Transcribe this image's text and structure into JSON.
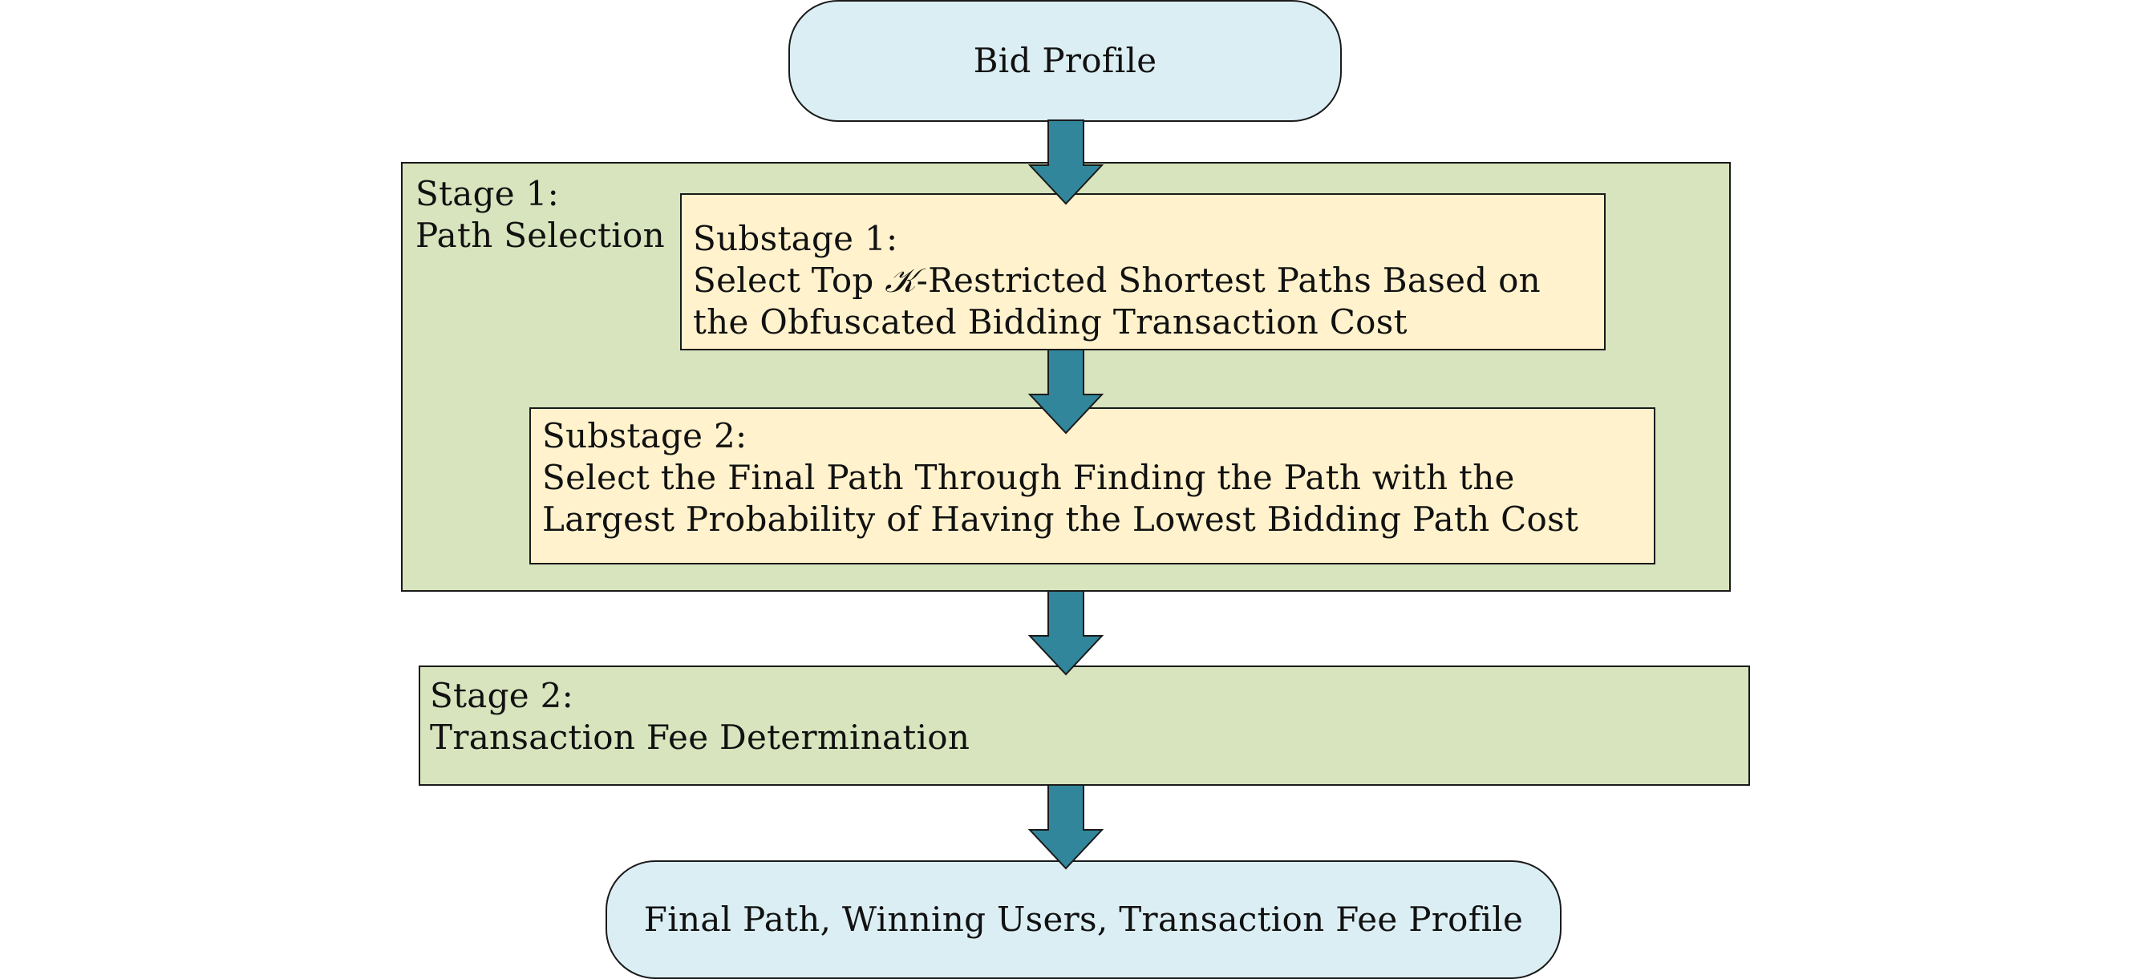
{
  "nodes": {
    "input": {
      "label": "Bid Profile"
    },
    "stage1": {
      "title": "Stage 1:",
      "subtitle": "Path Selection"
    },
    "substage1": {
      "title": "Substage 1:",
      "line1_prefix": "Select Top ",
      "line1_symbol": "𝒦",
      "line1_suffix": "-Restricted Shortest Paths Based on",
      "line2": "the Obfuscated Bidding Transaction Cost"
    },
    "substage2": {
      "title": "Substage 2:",
      "line1": "Select the Final Path Through Finding the Path with the",
      "line2": "Largest Probability of Having the Lowest Bidding Path Cost"
    },
    "stage2": {
      "title": "Stage 2:",
      "subtitle": "Transaction Fee Determination"
    },
    "output": {
      "label": "Final Path, Winning Users, Transaction Fee Profile"
    }
  },
  "colors": {
    "terminal_fill": "#dbeef3",
    "stage_fill": "#d7e4bd",
    "substage_fill": "#fff2cc",
    "arrow_fill": "#31869b",
    "outline": "#1a1a1a"
  }
}
